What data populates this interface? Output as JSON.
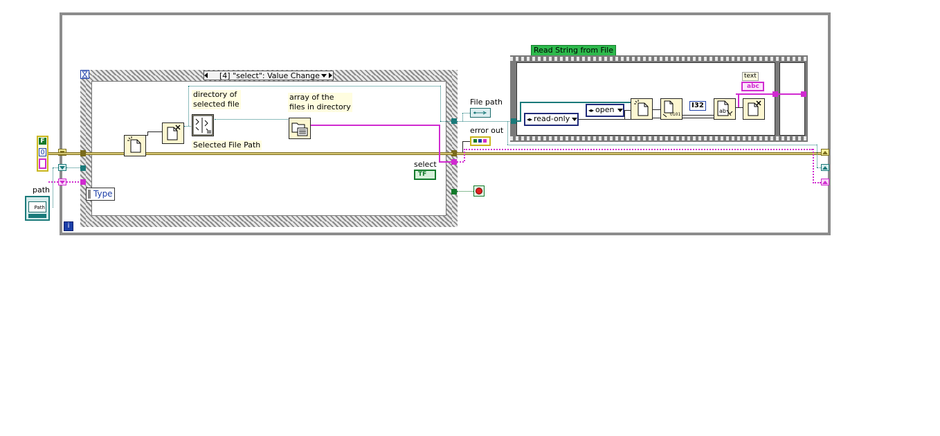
{
  "while_loop": {
    "iteration_terminal": "i"
  },
  "event_structure": {
    "case_selector": "[4] \"select\": Value Change",
    "event_data_field": "Type"
  },
  "labels": {
    "directory_of_selected_file": "directory of\nselected file",
    "selected_file_path": "Selected File Path",
    "array_of_files": "array of the\nfiles in directory",
    "file_path_indicator": "File path",
    "error_out_indicator": "error out",
    "select_control": "select",
    "path_control": "path",
    "text_indicator": "text"
  },
  "sequence": {
    "title": "Read String from File",
    "access_mode": "read-only",
    "operation": "open",
    "numeric_type": "I32"
  },
  "constants": {
    "boolean_false": "F",
    "numeric_zero": "0",
    "boolean_tf": "TF",
    "string_abc": "abc",
    "path_glyph": "Path"
  },
  "colors": {
    "error_wire": "#7a6b1b",
    "path_wire": "#1a7a7a",
    "string_wire": "#d02ad0",
    "boolean_wire": "#137a2b",
    "sequence_title_bg": "#2db94c",
    "loop_frame": "#8c8c8c"
  },
  "icons": [
    "new-path-icon",
    "close-file-icon",
    "build-path-icon",
    "list-folder-icon",
    "open-file-icon",
    "read-binary-icon",
    "read-text-icon",
    "stop-button-icon"
  ]
}
